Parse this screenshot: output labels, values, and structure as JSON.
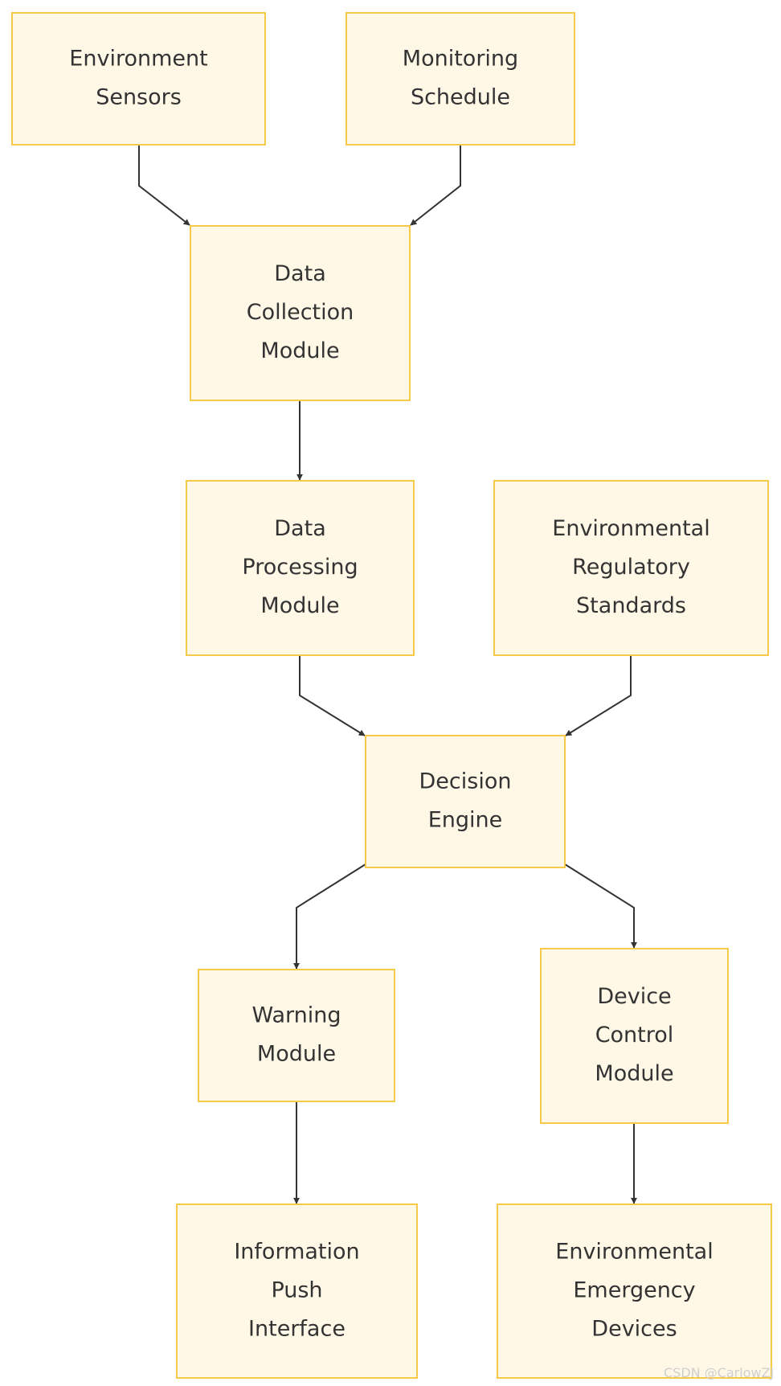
{
  "nodes": {
    "environment_sensors": {
      "lines": [
        "Environment",
        "Sensors"
      ]
    },
    "monitoring_schedule": {
      "lines": [
        "Monitoring",
        "Schedule"
      ]
    },
    "data_collection_module": {
      "lines": [
        "Data",
        "Collection",
        "Module"
      ]
    },
    "data_processing_module": {
      "lines": [
        "Data",
        "Processing",
        "Module"
      ]
    },
    "environmental_regulatory_standards": {
      "lines": [
        "Environmental",
        "Regulatory",
        "Standards"
      ]
    },
    "decision_engine": {
      "lines": [
        "Decision",
        "Engine"
      ]
    },
    "warning_module": {
      "lines": [
        "Warning",
        "Module"
      ]
    },
    "device_control_module": {
      "lines": [
        "Device",
        "Control",
        "Module"
      ]
    },
    "information_push_interface": {
      "lines": [
        "Information",
        "Push",
        "Interface"
      ]
    },
    "environmental_emergency_devices": {
      "lines": [
        "Environmental",
        "Emergency",
        "Devices"
      ]
    }
  },
  "edges": [
    {
      "from": "environment_sensors",
      "to": "data_collection_module"
    },
    {
      "from": "monitoring_schedule",
      "to": "data_collection_module"
    },
    {
      "from": "data_collection_module",
      "to": "data_processing_module"
    },
    {
      "from": "data_processing_module",
      "to": "decision_engine"
    },
    {
      "from": "environmental_regulatory_standards",
      "to": "decision_engine"
    },
    {
      "from": "decision_engine",
      "to": "warning_module"
    },
    {
      "from": "decision_engine",
      "to": "device_control_module"
    },
    {
      "from": "warning_module",
      "to": "information_push_interface"
    },
    {
      "from": "device_control_module",
      "to": "environmental_emergency_devices"
    }
  ],
  "watermark": "CSDN @CarlowZJ",
  "colors": {
    "node_fill": "#fff8e6",
    "node_border": "#f7c948",
    "edge": "#333333",
    "text": "#333333"
  }
}
